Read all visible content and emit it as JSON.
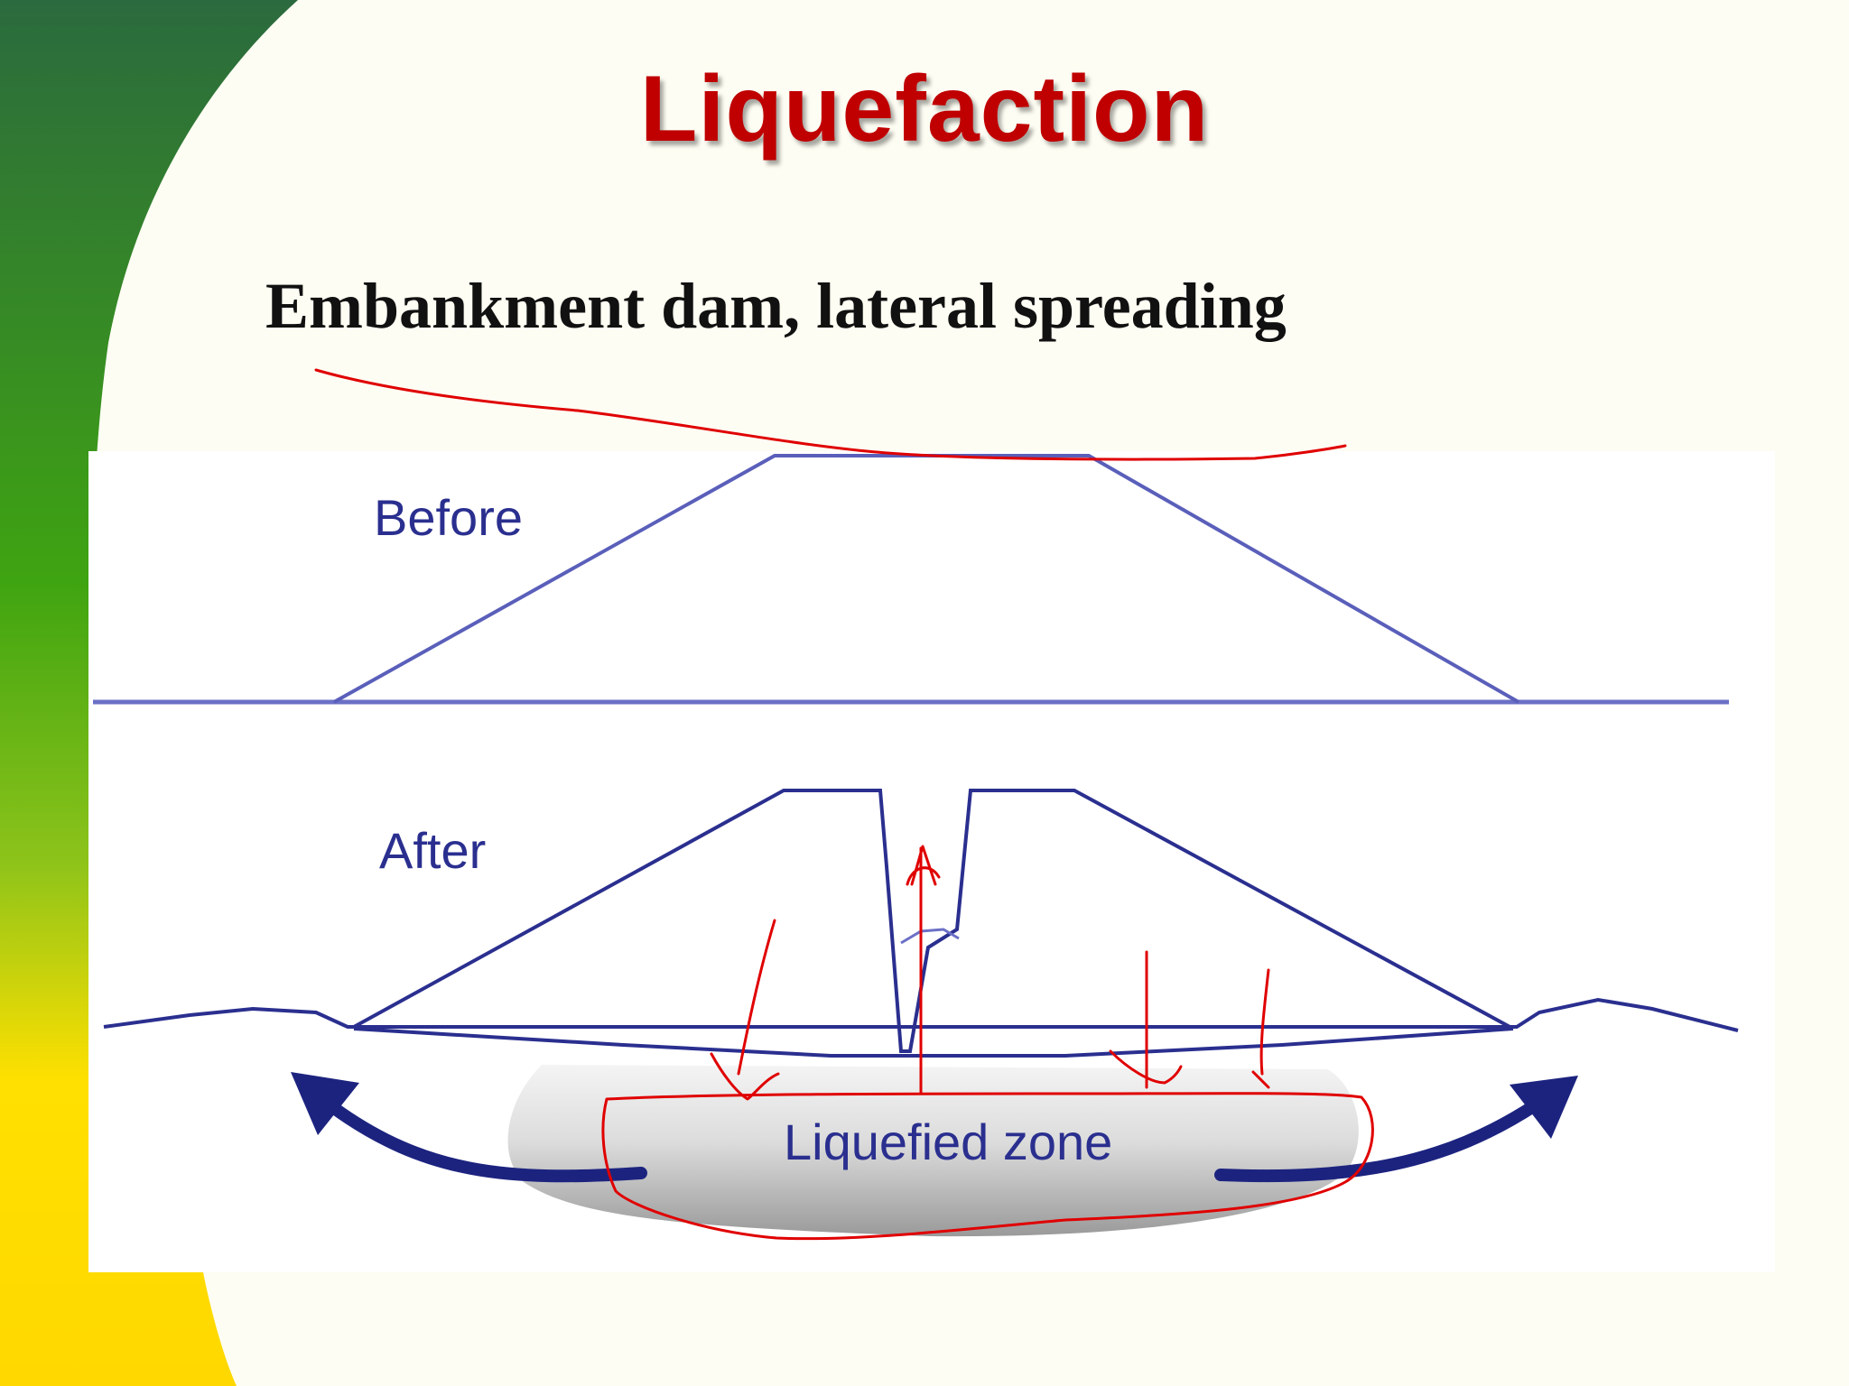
{
  "slide": {
    "title": "Liquefaction",
    "subtitle": "Embankment dam, lateral spreading"
  },
  "diagram": {
    "before_label": "Before",
    "after_label": "After",
    "zone_label": "Liquefied zone"
  },
  "colors": {
    "title": "#C00000",
    "line": "#2A2F8F",
    "annotation": "#E00000",
    "green": "#2C7A3A",
    "yellow": "#FFE000"
  }
}
